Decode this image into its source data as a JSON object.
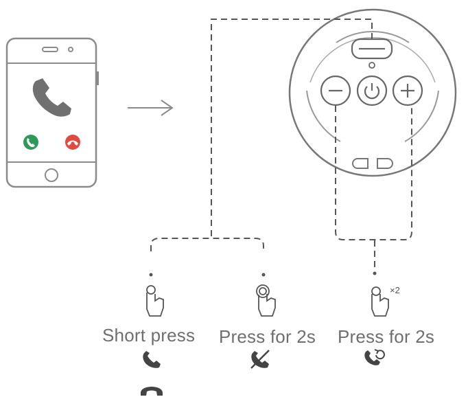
{
  "actions": [
    {
      "label": "Short press",
      "results": [
        "answer-call-icon",
        "end-call-icon"
      ]
    },
    {
      "label": "Press for 2s",
      "results": [
        "reject-call-icon"
      ]
    },
    {
      "label": "Press for 2s",
      "modifier": "×2",
      "results": [
        "redial-icon"
      ]
    }
  ],
  "colors": {
    "line": "#6b6b6b",
    "answer": "#2e9a5a",
    "decline": "#e04a3f",
    "text": "#6f6f6f"
  },
  "icons": [
    "phone-icon",
    "arrow-right-icon",
    "device-icon",
    "minus-button-icon",
    "power-button-icon",
    "plus-button-icon",
    "hand-press-icon"
  ]
}
